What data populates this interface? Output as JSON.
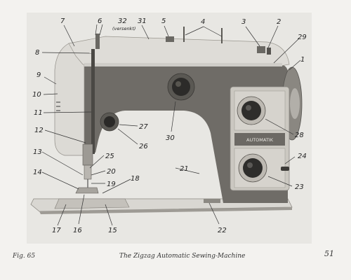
{
  "figure": {
    "fig_label": "Fig. 65",
    "caption": "The Zigzag Automatic Sewing-Machine",
    "page_number": "51",
    "dial_brand": "AUTOMATIK",
    "note_32": "(versenkt)",
    "callouts": [
      "1",
      "2",
      "3",
      "4",
      "5",
      "6",
      "7",
      "8",
      "9",
      "10",
      "11",
      "12",
      "13",
      "14",
      "15",
      "16",
      "17",
      "18",
      "19",
      "20",
      "21",
      "22",
      "23",
      "24",
      "25",
      "26",
      "27",
      "28",
      "29",
      "30",
      "31",
      "32"
    ]
  },
  "colors": {
    "photo_background": "#e6e5e1",
    "machine_dark": "#6f6c67",
    "machine_light": "#d6d4cf",
    "dial_panel": "#c9c6bf"
  }
}
